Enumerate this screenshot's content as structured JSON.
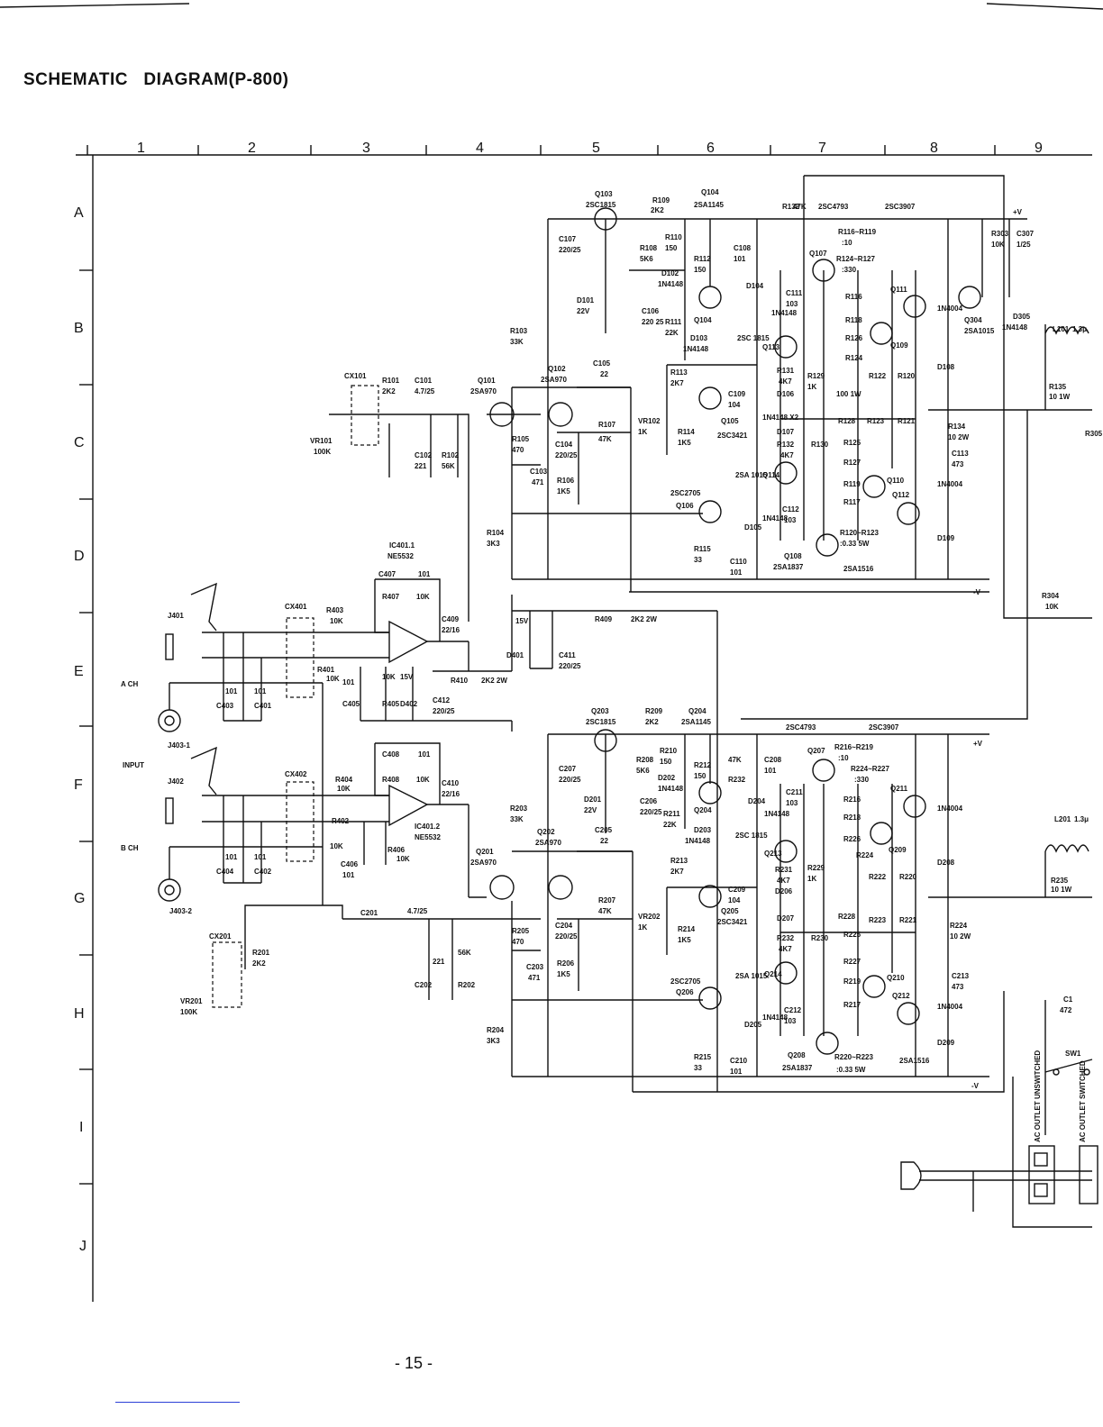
{
  "title": "SCHEMATIC   DIAGRAM(P-800)",
  "page_number": "- 15 -",
  "grid_columns": [
    "1",
    "2",
    "3",
    "4",
    "5",
    "6",
    "7",
    "8",
    "9"
  ],
  "grid_rows": [
    "A",
    "B",
    "C",
    "D",
    "E",
    "F",
    "G",
    "H",
    "I",
    "J"
  ],
  "labels": {
    "q103": "Q103",
    "q103_t": "2SC1815",
    "r109": "R109",
    "r109_v": "2K2",
    "q104": "Q104",
    "q104_t": "2SA1145",
    "r132": "R132",
    "r132_v": "47K",
    "q107_t": "2SC4793",
    "q111_t": "2SC3907",
    "r116_119": "R116~R119",
    "r116_119_v": ":10",
    "r124_127": "R124~R127",
    "r124_127_v": ":330",
    "q107": "Q107",
    "q111": "Q111",
    "r116": "R116",
    "r118": "R118",
    "r126": "R126",
    "r124": "R124",
    "q109": "Q109",
    "r122": "R122",
    "r120": "R120",
    "d108": "D108",
    "n4004a": "1N4004",
    "r303": "R303",
    "r303_v": "10K",
    "c307": "C307",
    "c307_v": "1/25",
    "q304": "Q304",
    "q304_t": "2SA1015",
    "d305": "D305",
    "d305_t": "1N4148",
    "l101": "L101",
    "l101_v": "1.3μ",
    "r135": "R135",
    "r135_v": "10 1W",
    "r305": "R305",
    "vplus": "+V",
    "vminus": "-V",
    "c107": "C107",
    "c107_v": "220/25",
    "r108": "R108",
    "r108_v": "5K6",
    "r110": "R110",
    "r110_v": "150",
    "r112": "R112",
    "r112_v": "150",
    "c108": "C108",
    "c108_v": "101",
    "d104": "D104",
    "n4148a": "1N4148",
    "c111": "C111",
    "c111_v": "103",
    "d102": "D102",
    "d102_t": "1N4148",
    "d101": "D101",
    "d101_v": "22V",
    "c106": "C106",
    "c106_v": "220 25",
    "r111": "R111",
    "r111_v": "22K",
    "d103": "D103",
    "n4148b": "1N4148",
    "q113": "Q113",
    "q113_t": "2SC 1815",
    "r103": "R103",
    "r103_v": "33K",
    "cx101": "CX101",
    "r101": "R101",
    "r101_v": "2K2",
    "c101": "C101",
    "c101_v": "4.7/25",
    "q101": "Q101",
    "q101_t": "2SA970",
    "q102": "Q102",
    "q102_t": "2SA970",
    "c105": "C105",
    "c105_v": "22",
    "r113": "R113",
    "r113_v": "2K7",
    "c109": "C109",
    "c109_v": "104",
    "r131": "R131",
    "r131_v": "4K7",
    "d106": "D106",
    "r129": "R129",
    "r129_v": "1K",
    "vr101": "VR101",
    "vr101_v": "100K",
    "c102": "C102",
    "c102_v": "221",
    "r102": "R102",
    "r102_v": "56K",
    "r105": "R105",
    "r105_v": "470",
    "c104": "C104",
    "c104_v": "220/25",
    "r107": "R107",
    "r107_v": "47K",
    "vr102": "VR102",
    "vr102_v": "1K",
    "r114": "R114",
    "r114_v": "1K5",
    "q105": "Q105",
    "q105_t": "2SC3421",
    "n4148x2": "1N4148 X2",
    "d107": "D107",
    "r132b": "R132",
    "r132b_v": "4K7",
    "r130": "R130",
    "r128": "R128",
    "r100": "100 1W",
    "r125": "R125",
    "r123": "R123",
    "r121": "R121",
    "r134": "R134",
    "r134_v": "10 2W",
    "c113": "C113",
    "c113_v": "473",
    "c103": "C103",
    "c103_v": "471",
    "r106": "R106",
    "r106_v": "1K5",
    "q114": "Q114",
    "q114_t": "2SA 1015",
    "r127": "R127",
    "n4004b": "1N4004",
    "r119": "R119",
    "q110": "Q110",
    "r117": "R117",
    "q112": "Q112",
    "q106_t": "2SC2705",
    "q106": "Q106",
    "c112": "C112",
    "c112_v": "103",
    "d105": "D105",
    "n4148c": "1N4148",
    "r120_123": "R120~R123",
    "r120_123_v": ":0.33 5W",
    "d109": "D109",
    "r104": "R104",
    "r104_v": "3K3",
    "ic401_1": "IC401.1",
    "ne5532a": "NE5532",
    "r115": "R115",
    "r115_v": "33",
    "c110": "C110",
    "c110_v": "101",
    "q108": "Q108",
    "q108_t": "2SA1837",
    "q112_t": "2SA1516",
    "c407": "C407",
    "c407_v": "101",
    "r407": "R407",
    "r407_v": "10K",
    "cx401": "CX401",
    "r403": "R403",
    "r403_v": "10K",
    "r409": "R409",
    "r409_v": "2K2 2W",
    "c409": "C409",
    "c409_v": "22/16",
    "r304": "R304",
    "r304_v": "10K",
    "j401": "J401",
    "r401": "R401",
    "r401_v": "10K",
    "d401": "D401",
    "d401_v": "15V",
    "c411": "C411",
    "c411_v": "220/25",
    "ach": "A CH",
    "c403": "C403",
    "c403_v": "101",
    "c401": "C401",
    "c401_v": "101",
    "c405": "C405",
    "c405_v": "101",
    "r405": "R405",
    "r405_v": "10K",
    "d402": "D402",
    "d402_v": "15V",
    "r410": "R410",
    "r410_v": "2K2 2W",
    "c412": "C412",
    "c412_v": "220/25",
    "j403_1": "J403-1",
    "q203": "Q203",
    "q203_t": "2SC1815",
    "r209": "R209",
    "r209_v": "2K2",
    "q204": "Q204",
    "q204_t": "2SA1145",
    "q207_t": "2SC4793",
    "q211_t": "2SC3907",
    "input": "INPUT",
    "c408": "C408",
    "c408_v": "101",
    "j402": "J402",
    "cx402": "CX402",
    "r404": "R404",
    "r404_v": "10K",
    "r408": "R408",
    "r408_v": "10K",
    "c410": "C410",
    "c410_v": "22/16",
    "c207": "C207",
    "c207_v": "220/25",
    "r208": "R208",
    "r208_v": "5K6",
    "r210": "R210",
    "r210_v": "150",
    "d202": "D202",
    "d202_t": "1N4148",
    "r212": "R212",
    "r212_v": "150",
    "r232": "R232",
    "r232_v": "47K",
    "c208": "C208",
    "c208_v": "101",
    "q207": "Q207",
    "r216_219": "R216~R219",
    "r216_219_v": ":10",
    "r224_227": "R224~R227",
    "r224_227_v": ":330",
    "q211": "Q211",
    "d201": "D201",
    "d201_v": "22V",
    "c206": "C206",
    "c206_v": "220/25",
    "r211": "R211",
    "r211_v": "22K",
    "q204b": "Q204",
    "d204": "D204",
    "n4148d": "1N4148",
    "c211": "C211",
    "c211_v": "103",
    "r216": "R216",
    "r218": "R218",
    "l201": "L201",
    "l201_v": "1.3μ",
    "r402": "R402",
    "r402_v": "10K",
    "ic401_2": "IC401.2",
    "ne5532b": "NE5532",
    "r406": "R406",
    "r406_v": "10K",
    "q202": "Q202",
    "q202_t": "2SA970",
    "c205": "C205",
    "c205_v": "22",
    "d203": "D203",
    "d203_t": "1N4148",
    "q213": "Q213",
    "q213_t": "2SC 1815",
    "r226": "R226",
    "r224": "R224",
    "q209": "Q209",
    "bch": "B CH",
    "c404": "C404",
    "c404_v": "101",
    "c402": "C402",
    "c402_v": "101",
    "c406": "C406",
    "c406_v": "101",
    "q201": "Q201",
    "q201_t": "2SA970",
    "r203": "R203",
    "r203_v": "33K",
    "r213": "R213",
    "r213_v": "2K7",
    "c209": "C209",
    "c209_v": "104",
    "r231": "R231",
    "r231_v": "4K7",
    "d206": "D206",
    "r229": "R229",
    "r229_v": "1K",
    "r222": "R222",
    "r220": "R220",
    "d208": "D208",
    "n4004c": "1N4004",
    "r235": "R235",
    "r235_v": "10 1W",
    "j403_2": "J403-2",
    "c201": "C201",
    "c201_v": "4.7/25",
    "r207": "R207",
    "r207_v": "47K",
    "vr202": "VR202",
    "vr202_v": "1K",
    "r214": "R214",
    "r214_v": "1K5",
    "q205": "Q205",
    "q205_t": "2SC3421",
    "d207": "D207",
    "r228": "R228",
    "r225": "R225",
    "r223": "R223",
    "r221": "R221",
    "r224b": "R224",
    "r224b_v": "10 2W",
    "cx201": "CX201",
    "r201": "R201",
    "r201_v": "2K2",
    "r205": "R205",
    "r205_v": "470",
    "c204": "C204",
    "c204_v": "220/25",
    "r230": "R230",
    "r232b": "R232",
    "r232b_v": "4K7",
    "c213": "C213",
    "c213_v": "473",
    "c202": "C202",
    "c202_v": "221",
    "r202": "R202",
    "r202_v": "56K",
    "c203": "C203",
    "c203_v": "471",
    "r206": "R206",
    "r206_v": "1K5",
    "q214": "Q214",
    "q214_t": "2SA 1015",
    "r227": "R227",
    "r219": "R219",
    "q210": "Q210",
    "n4004d": "1N4004",
    "vr201": "VR201",
    "vr201_v": "100K",
    "q206_t": "2SC2705",
    "q206": "Q206",
    "r217": "R217",
    "q212": "Q212",
    "c1": "C1",
    "c1_v": "472",
    "r204": "R204",
    "r204_v": "3K3",
    "c212": "C212",
    "c212_v": "103",
    "d205": "D205",
    "n4148e": "1N4148",
    "d209": "D209",
    "r215": "R215",
    "r215_v": "33",
    "c210": "C210",
    "c210_v": "101",
    "q208": "Q208",
    "q208_t": "2SA1837",
    "r220_223": "R220~R223",
    "r220_223_v": ":0.33 5W",
    "q212_t": "2SA1516",
    "sw1": "SW1",
    "ac_unsw": "AC OUTLET UNSWITCHED",
    "ac_sw": "AC OUTLET SWITCHED"
  }
}
